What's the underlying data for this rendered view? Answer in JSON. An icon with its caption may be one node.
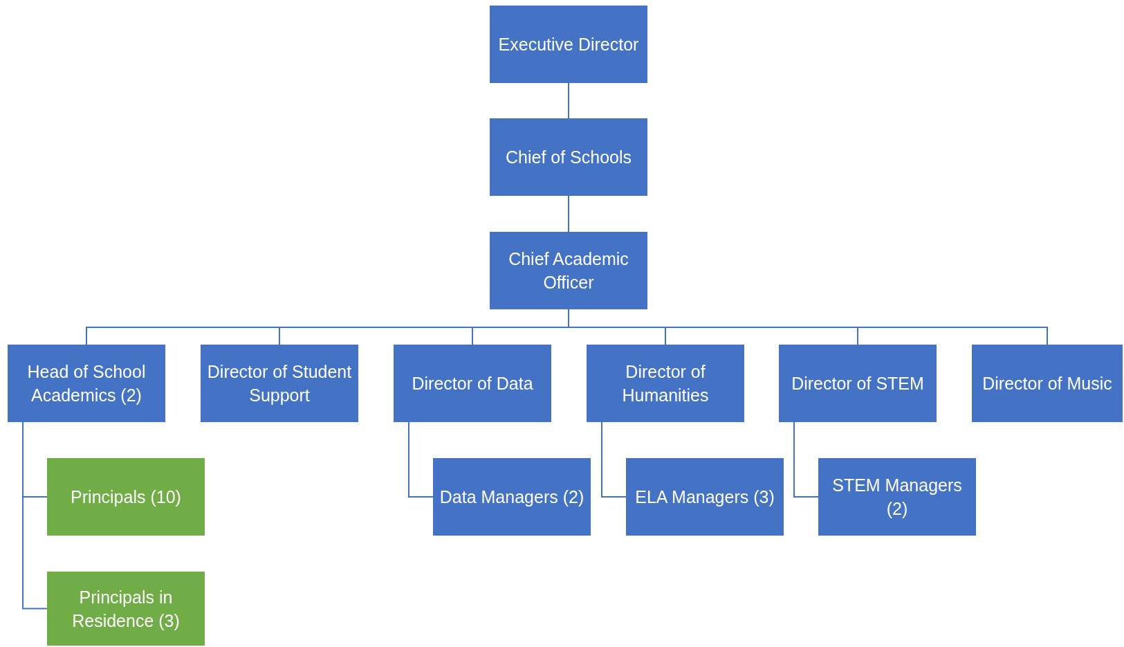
{
  "diagram": {
    "nodes": [
      {
        "text": [
          "Executive Director"
        ]
      },
      {
        "text": [
          "Chief of Schools"
        ]
      },
      {
        "text": [
          "Chief Academic Officer"
        ]
      },
      {
        "text": [
          "Head of School Academics (2)"
        ]
      },
      {
        "text": [
          "Director of Student Support"
        ]
      },
      {
        "text": [
          "Director of Data"
        ]
      },
      {
        "text": [
          "Director of Humanities"
        ]
      },
      {
        "text": [
          "Director of STEM"
        ]
      },
      {
        "text": [
          "Director of Music"
        ]
      },
      {
        "text": [
          "Principals (10)"
        ]
      },
      {
        "text": [
          "Principals in Residence (3)"
        ]
      },
      {
        "text": [
          "Data Managers (2)"
        ]
      },
      {
        "text": [
          "ELA Managers (3)"
        ]
      },
      {
        "text": [
          "STEM Managers (2)"
        ]
      }
    ],
    "edges": [
      {
        "from": 0,
        "to": 1,
        "arrow": "none"
      },
      {
        "from": 1,
        "to": 2,
        "arrow": "none"
      },
      {
        "from": 2,
        "to": 3,
        "arrow": "none"
      },
      {
        "from": 2,
        "to": 4,
        "arrow": "none"
      },
      {
        "from": 2,
        "to": 5,
        "arrow": "none"
      },
      {
        "from": 2,
        "to": 6,
        "arrow": "none"
      },
      {
        "from": 2,
        "to": 7,
        "arrow": "none"
      },
      {
        "from": 2,
        "to": 8,
        "arrow": "none"
      },
      {
        "from": 3,
        "to": 9,
        "arrow": "none"
      },
      {
        "from": 3,
        "to": 10,
        "arrow": "none"
      },
      {
        "from": 5,
        "to": 11,
        "arrow": "none"
      },
      {
        "from": 6,
        "to": 12,
        "arrow": "none"
      },
      {
        "from": 7,
        "to": 13,
        "arrow": "none"
      }
    ]
  }
}
